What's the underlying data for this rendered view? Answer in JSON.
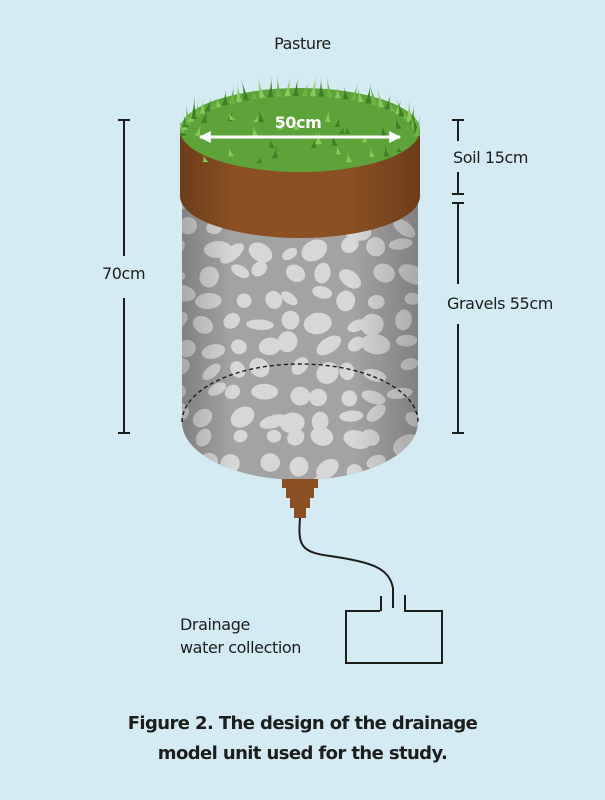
{
  "colors": {
    "background": "#d4ebf4",
    "grass": "#5ea23a",
    "soil": "#8a4f22",
    "gravel_base": "#a3a3a3",
    "gravel_stone": "#d7d7d7",
    "text": "#1d1d1b"
  },
  "labels": {
    "pasture": "Pasture",
    "diameter": "50cm",
    "total_height": "70cm",
    "soil": "Soil 15cm",
    "gravels": "Gravels 55cm",
    "drainage_line1": "Drainage",
    "drainage_line2": "water collection"
  },
  "caption": {
    "line1": "Figure 2. The design of the drainage",
    "line2": "model unit used for the study."
  }
}
